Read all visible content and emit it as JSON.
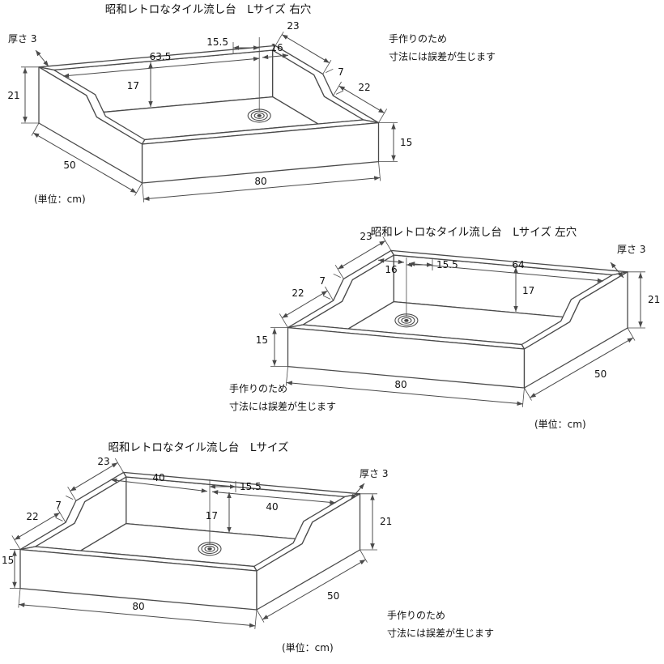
{
  "page": {
    "background": "#ffffff",
    "line_color": "#4a4a4a"
  },
  "diagrams": [
    {
      "title": "昭和レトロなタイル流し台　Lサイズ 右穴",
      "note1": "手作りのため",
      "note2": "寸法には誤差が生じます",
      "unit": "(単位：cm)",
      "dims": {
        "thickness": "厚さ 3",
        "side_back": "23",
        "side_slope": "7",
        "side_front": "22",
        "hole_offset": "15.5",
        "hole_left": "63.5",
        "hole_right": "16",
        "basin_depth": "17",
        "height_back": "21",
        "height_front": "15",
        "depth": "50",
        "width": "80"
      }
    },
    {
      "title": "昭和レトロなタイル流し台　Lサイズ 左穴",
      "note1": "手作りのため",
      "note2": "寸法には誤差が生じます",
      "unit": "(単位：cm)",
      "dims": {
        "thickness": "厚さ 3",
        "side_back": "23",
        "side_slope": "7",
        "side_front": "22",
        "hole_offset": "15.5",
        "hole_left": "16",
        "hole_right": "64",
        "basin_depth": "17",
        "height_back": "21",
        "height_front": "15",
        "depth": "50",
        "width": "80"
      }
    },
    {
      "title": "昭和レトロなタイル流し台　Lサイズ",
      "note1": "手作りのため",
      "note2": "寸法には誤差が生じます",
      "unit": "(単位：cm)",
      "dims": {
        "thickness": "厚さ 3",
        "side_back": "23",
        "side_slope": "7",
        "side_front": "22",
        "hole_offset": "15.5",
        "hole_left": "40",
        "hole_right": "40",
        "basin_depth": "17",
        "height_back": "21",
        "height_front": "15",
        "depth": "50",
        "width": "80"
      }
    }
  ]
}
